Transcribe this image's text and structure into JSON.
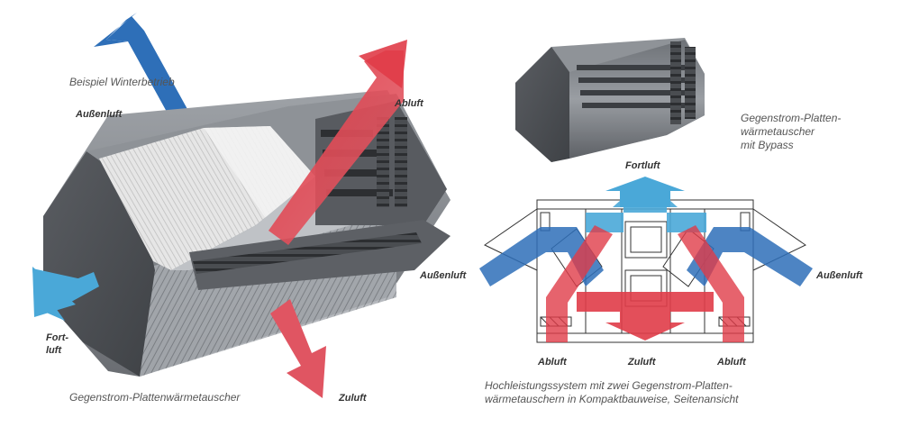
{
  "colors": {
    "cold": "#2e6fb8",
    "cold_light": "#4aa8d8",
    "warm": "#e0404a",
    "housing": "#777b80"
  },
  "left": {
    "mode": "Beispiel Winterbetrieb",
    "aussenluft": "Außenluft",
    "abluft": "Abluft",
    "fortluft": [
      "Fort-",
      "luft"
    ],
    "zuluft": "Zuluft",
    "caption": "Gegenstrom-Plattenwärmetauscher"
  },
  "top_right": {
    "caption": [
      "Gegenstrom-Platten-",
      "wärmetauscher",
      "mit Bypass"
    ]
  },
  "system": {
    "fortluft": "Fortluft",
    "aussenluft_left": "Außenluft",
    "aussenluft_right": "Außenluft",
    "abluft_left": "Abluft",
    "zuluft": "Zuluft",
    "abluft_right": "Abluft",
    "caption": [
      "Hochleistungssystem mit zwei Gegenstrom-Platten-",
      "wärmetauschern in Kompaktbauweise, Seitenansicht"
    ]
  },
  "icons": [
    "left-heat-exchanger-image",
    "bypass-heat-exchanger-image",
    "system-schematic-image"
  ]
}
